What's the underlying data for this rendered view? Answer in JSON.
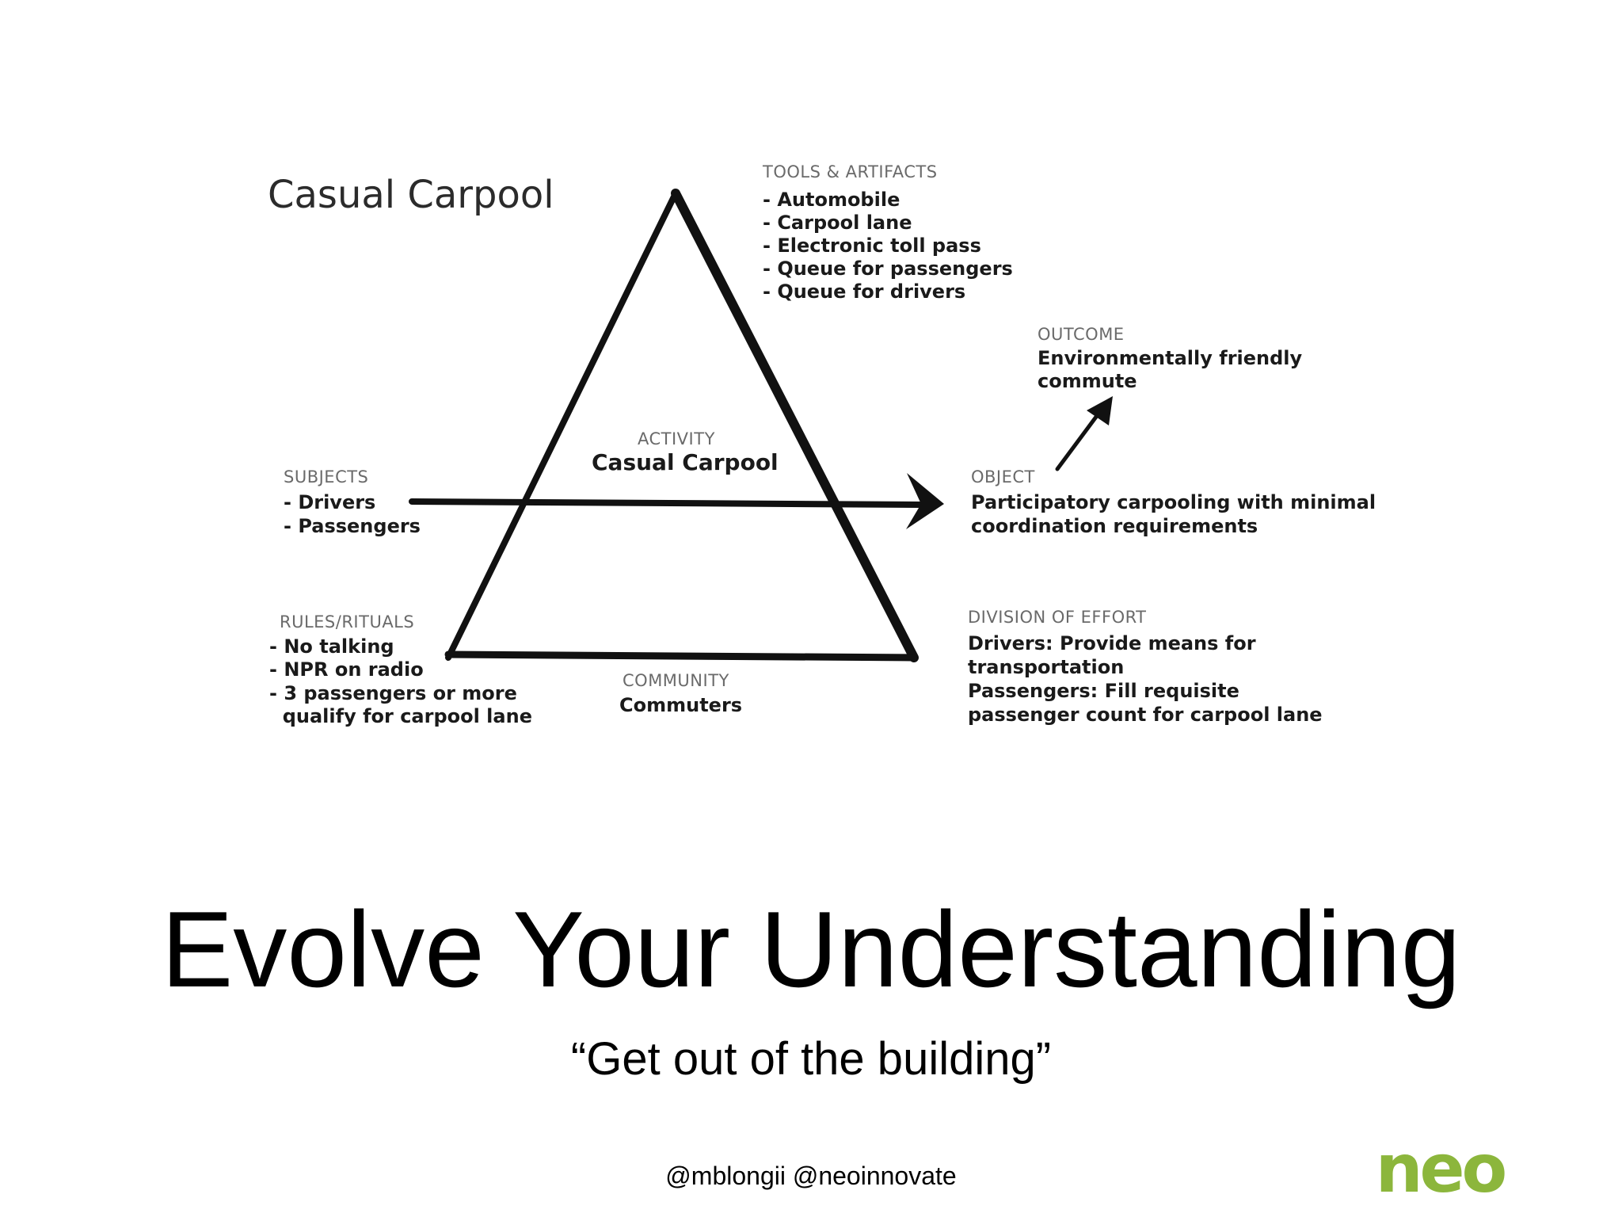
{
  "diagram": {
    "title": "Casual Carpool",
    "tools": {
      "heading": "TOOLS & ARTIFACTS",
      "items": [
        "- Automobile",
        "- Carpool lane",
        "- Electronic toll pass",
        "- Queue for passengers",
        "- Queue for drivers"
      ]
    },
    "outcome": {
      "heading": "OUTCOME",
      "lines": [
        "Environmentally friendly",
        "commute"
      ]
    },
    "activity": {
      "heading": "ACTIVITY",
      "name": "Casual Carpool"
    },
    "subjects": {
      "heading": "SUBJECTS",
      "items": [
        "- Drivers",
        "- Passengers"
      ]
    },
    "object": {
      "heading": "OBJECT",
      "lines": [
        "Participatory carpooling with minimal",
        "coordination requirements"
      ]
    },
    "rules": {
      "heading": "RULES/RITUALS",
      "items": [
        "- No talking",
        "- NPR on radio",
        "- 3 passengers or more",
        "  qualify for carpool lane"
      ]
    },
    "community": {
      "heading": "COMMUNITY",
      "name": "Commuters"
    },
    "division": {
      "heading": "DIVISION OF EFFORT",
      "lines": [
        "Drivers: Provide means for",
        "transportation",
        "Passengers: Fill requisite",
        "passenger count for carpool lane"
      ]
    }
  },
  "slide": {
    "title": "Evolve Your Understanding",
    "subtitle": "“Get out of the building”",
    "handles": "@mblongii @neoinnovate",
    "logo_text": "neo",
    "logo_color": "#8cb63c"
  }
}
